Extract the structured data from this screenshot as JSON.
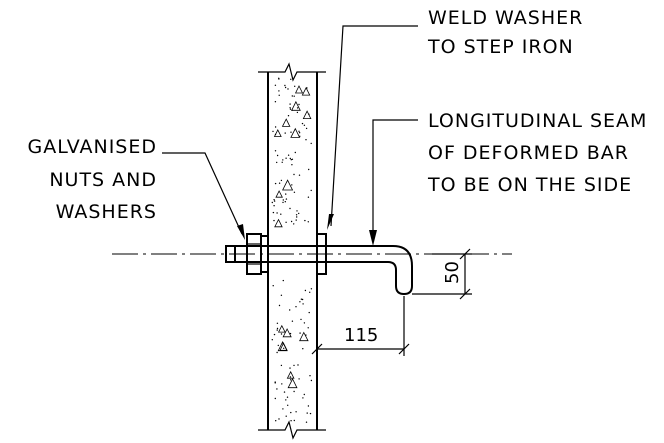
{
  "annotations": {
    "weld_washer": [
      "WELD WASHER",
      "TO STEP IRON"
    ],
    "seam": [
      "LONGITUDINAL SEAM",
      "OF DEFORMED BAR",
      "TO BE ON THE SIDE"
    ],
    "nuts": [
      "GALVANISED",
      "NUTS AND",
      "WASHERS"
    ]
  },
  "dimensions": {
    "horizontal": "115",
    "vertical": "50"
  }
}
